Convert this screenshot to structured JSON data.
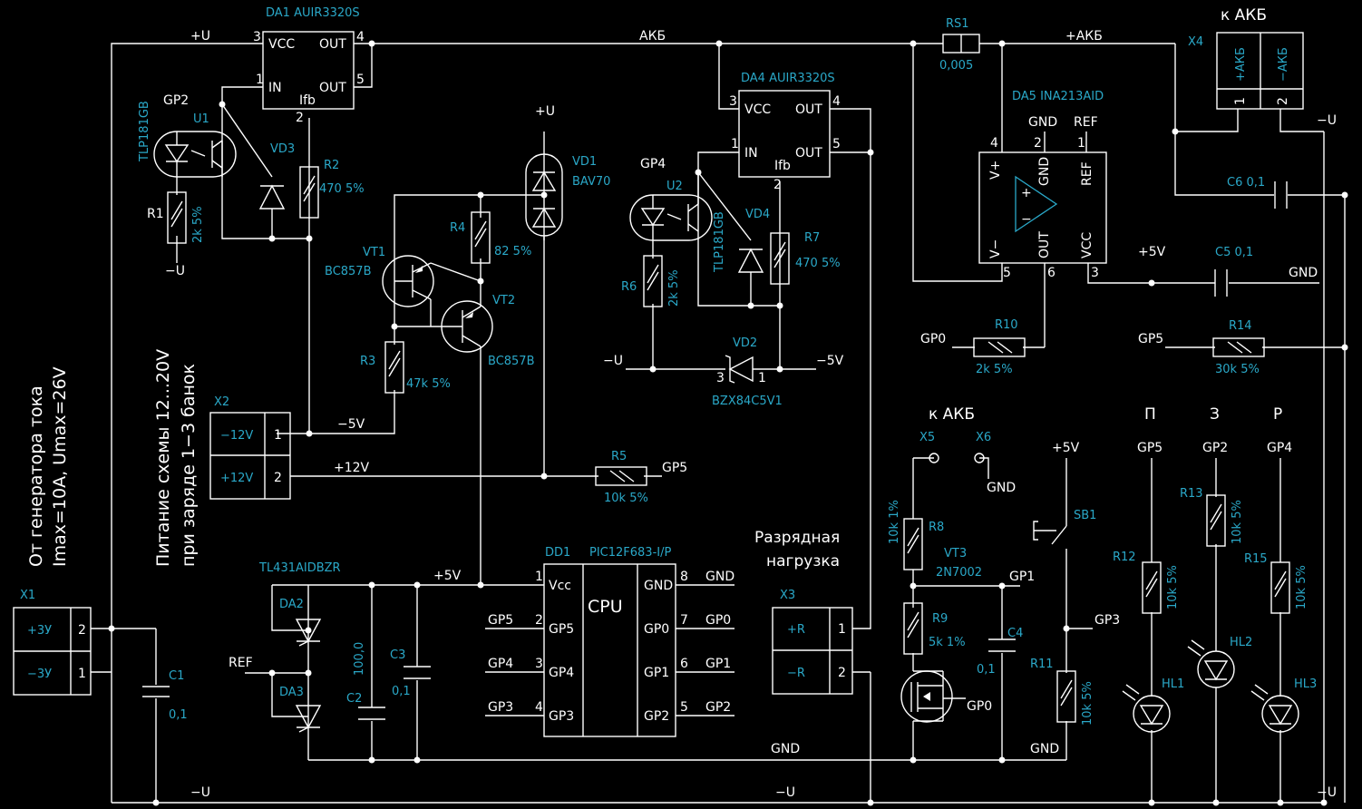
{
  "ic_labels": {
    "da1": "DA1  AUIR3320S",
    "da4": "DA4  AUIR3320S",
    "da5": "DA5  INA213AID",
    "dd1": "DD1",
    "dd1_part": "PIC12F683-I/P",
    "cpu": "CPU",
    "u1": "U1",
    "u1_part": "TLP181GB",
    "u2": "U2",
    "u2_part": "TLP181GB",
    "tl431": "TL431AIDBZR"
  },
  "da1_pins": {
    "vcc": "VCC",
    "in": "IN",
    "out1": "OUT",
    "out2": "OUT",
    "ifb": "Ifb",
    "p1": "1",
    "p2": "2",
    "p3": "3",
    "p4": "4",
    "p5": "5"
  },
  "da4_pins": {
    "vcc": "VCC",
    "in": "IN",
    "out1": "OUT",
    "out2": "OUT",
    "ifb": "Ifb",
    "p1": "1",
    "p2": "2",
    "p3": "3",
    "p4": "4",
    "p5": "5"
  },
  "da5_pins": {
    "vp": "V+",
    "gnd": "GND",
    "ref": "REF",
    "vm": "V−",
    "out": "OUT",
    "vcc": "VCC",
    "p1": "1",
    "p2": "2",
    "p3": "3",
    "p4": "4",
    "p5": "5",
    "p6": "6",
    "gnd_lbl": "GND",
    "ref_lbl": "REF"
  },
  "dd1_pins": {
    "vcc": "Vcc",
    "gp5": "GP5",
    "gp4": "GP4",
    "gp3": "GP3",
    "gnd": "GND",
    "gp0": "GP0",
    "gp1": "GP1",
    "gp2": "GP2",
    "n1": "1",
    "n2": "2",
    "n3": "3",
    "n4": "4",
    "n5": "5",
    "n6": "6",
    "n7": "7",
    "n8": "8"
  },
  "dd1_nets": {
    "l_gp5": "GP5",
    "l_gp4": "GP4",
    "l_gp3": "GP3",
    "r_gnd": "GND",
    "r_gp0": "GP0",
    "r_gp1": "GP1",
    "r_gp2": "GP2"
  },
  "components": {
    "r1": "R1",
    "r1_val": "2k 5%",
    "r2": "R2",
    "r2_val": "470 5%",
    "r3": "R3",
    "r3_val": "47k 5%",
    "r4": "R4",
    "r4_val": "82 5%",
    "r5": "R5",
    "r5_val": "10k 5%",
    "r6": "R6",
    "r6_val": "2k 5%",
    "r7": "R7",
    "r7_val": "470 5%",
    "r8": "R8",
    "r8_val": "10k 1%",
    "r9": "R9",
    "r9_val": "5k 1%",
    "r10": "R10",
    "r10_val": "2k 5%",
    "r11": "R11",
    "r11_val": "10k 5%",
    "r12": "R12",
    "r12_val": "10k 5%",
    "r13": "R13",
    "r13_val": "10k 5%",
    "r14": "R14",
    "r14_val": "30k 5%",
    "r15": "R15",
    "r15_val": "10k 5%",
    "rs1": "RS1",
    "rs1_val": "0,005",
    "c1": "C1",
    "c1_val": "0,1",
    "c2": "C2",
    "c2_val": "100,0",
    "c3": "C3",
    "c3_val": "0,1",
    "c4": "C4",
    "c4_val": "0,1",
    "c5": "C5  0,1",
    "c6": "C6  0,1",
    "vd1": "VD1",
    "vd1_part": "BAV70",
    "vd2": "VD2",
    "vd2_part": "BZX84C5V1",
    "vd2_p1": "1",
    "vd2_p3": "3",
    "vd3": "VD3",
    "vd4": "VD4",
    "vt1": "VT1",
    "vt1_part": "BC857B",
    "vt2": "VT2",
    "vt2_part": "BC857B",
    "vt3": "VT3",
    "vt3_part": "2N7002",
    "da2": "DA2",
    "da3": "DA3",
    "hl1": "HL1",
    "hl2": "HL2",
    "hl3": "HL3",
    "sb1": "SB1"
  },
  "connectors": {
    "x1": "X1",
    "x1_p1": "−3У",
    "x1_p2": "+3У",
    "x1_n1": "1",
    "x1_n2": "2",
    "x2": "X2",
    "x2_p1": "−12V",
    "x2_p2": "+12V",
    "x2_n1": "1",
    "x2_n2": "2",
    "x3": "X3",
    "x3_p1": "+R",
    "x3_p2": "−R",
    "x3_n1": "1",
    "x3_n2": "2",
    "x4": "X4",
    "x4_p1": "+АКБ",
    "x4_p2": "−АКБ",
    "x4_n1": "1",
    "x4_n2": "2",
    "x5": "X5",
    "x6": "X6"
  },
  "nets": {
    "plus_u": "+U",
    "akb": "АКБ",
    "plus_akb": "+АКБ",
    "minus_u": "−U",
    "plus_5v": "+5V",
    "minus_5v": "−5V",
    "plus_12v": "+12V",
    "gnd": "GND",
    "ref": "REF",
    "gp0": "GP0",
    "gp1": "GP1",
    "gp2": "GP2",
    "gp3": "GP3",
    "gp4": "GP4",
    "gp5": "GP5",
    "minus_5v2": "−5V"
  },
  "notes": {
    "k_akb_top": "к АКБ",
    "k_akb_mid": "к АКБ",
    "load_1": "Разрядная",
    "load_2": "нагрузка",
    "gen_1": "От генератора тока",
    "gen_2": "Imax=10A, Umax=26V",
    "supply_1": "Питание схемы 12...20V",
    "supply_2": "при заряде 1−3 банок",
    "led_p": "П",
    "led_z": "З",
    "led_r": "Р"
  }
}
